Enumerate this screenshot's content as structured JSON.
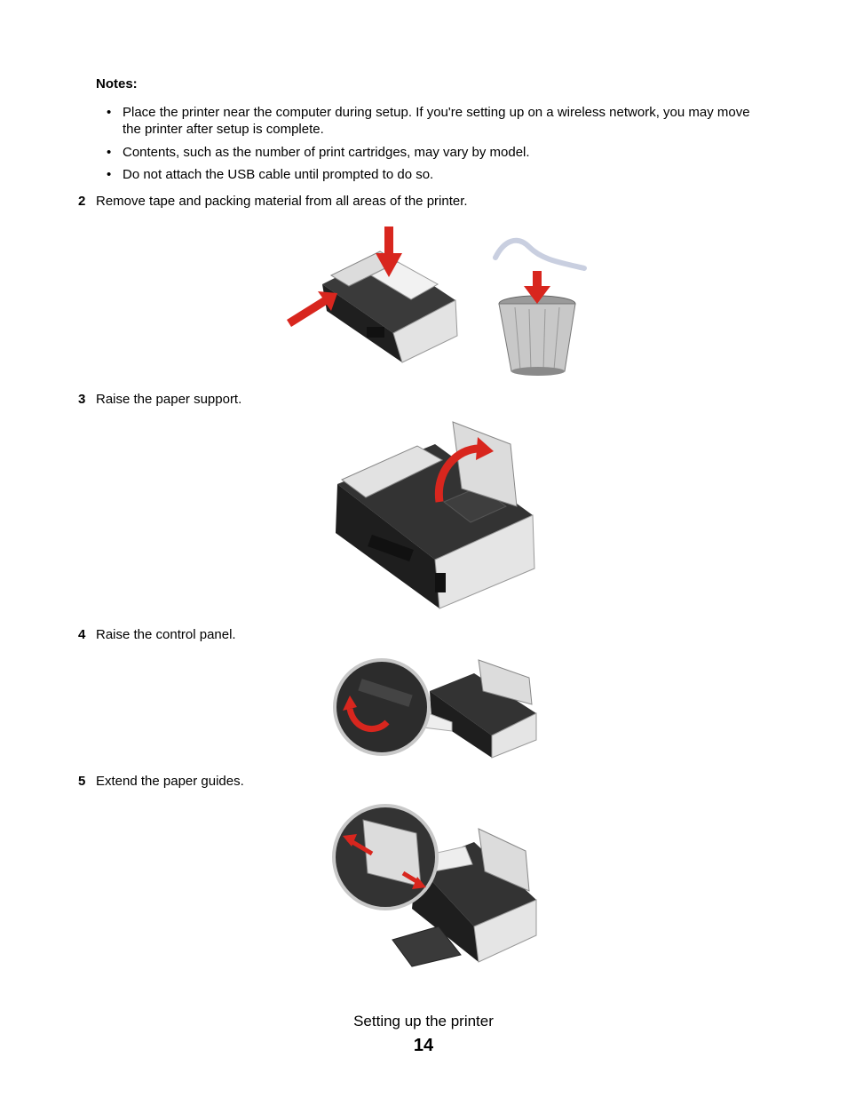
{
  "notes": {
    "title": "Notes:",
    "items": [
      {
        "line1": "Place the printer near the computer during setup. If you're setting up on a wireless network, you may move",
        "line2": "the printer after setup is complete."
      },
      {
        "line1": "Contents, such as the number of print cartridges, may vary by model."
      },
      {
        "line1": "Do not attach the USB cable until prompted to do so."
      }
    ]
  },
  "steps": [
    {
      "num": "2",
      "text": "Remove tape and packing material from all areas of the printer."
    },
    {
      "num": "3",
      "text": "Raise the paper support."
    },
    {
      "num": "4",
      "text": "Raise the control panel."
    },
    {
      "num": "5",
      "text": "Extend the paper guides."
    }
  ],
  "footer": {
    "section_title": "Setting up the printer",
    "page_number": "14"
  },
  "colors": {
    "arrow_red": "#d8261e",
    "printer_dark": "#2a2a2a",
    "printer_silver": "#e2e2e2"
  }
}
